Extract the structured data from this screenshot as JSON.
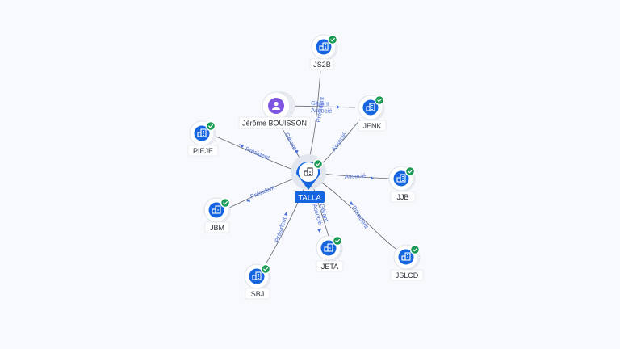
{
  "graph": {
    "center": {
      "label": "TALLA",
      "type": "company",
      "verified": true
    },
    "person": {
      "label": "Jérôme BOUISSON",
      "type": "person"
    },
    "companies": [
      {
        "id": "js2b",
        "label": "JS2B",
        "verified": true
      },
      {
        "id": "jenk",
        "label": "JENK",
        "verified": true
      },
      {
        "id": "pieje",
        "label": "PIEJE",
        "verified": true
      },
      {
        "id": "jjb",
        "label": "JJB",
        "verified": true
      },
      {
        "id": "jbm",
        "label": "JBM",
        "verified": true
      },
      {
        "id": "jeta",
        "label": "JETA",
        "verified": true
      },
      {
        "id": "jslcd",
        "label": "JSLCD",
        "verified": true
      },
      {
        "id": "sbj",
        "label": "SBJ",
        "verified": true
      }
    ],
    "edges": [
      {
        "from": "center",
        "to": "js2b",
        "label": "Président"
      },
      {
        "from": "person",
        "to": "jenk",
        "label": "Gérant"
      },
      {
        "from": "person",
        "to": "jenk",
        "label": "Associé"
      },
      {
        "from": "center",
        "to": "jenk",
        "label": "Associé"
      },
      {
        "from": "person",
        "to": "center",
        "label": "Gérant"
      },
      {
        "from": "center",
        "to": "pieje",
        "label": "Président"
      },
      {
        "from": "center",
        "to": "jjb",
        "label": "Associé"
      },
      {
        "from": "center",
        "to": "jbm",
        "label": "Président"
      },
      {
        "from": "center",
        "to": "sbj",
        "label": "Président"
      },
      {
        "from": "center",
        "to": "jeta",
        "label": "Gérant"
      },
      {
        "from": "center",
        "to": "jeta",
        "label": "Associé"
      },
      {
        "from": "center",
        "to": "jslcd",
        "label": "Président"
      }
    ],
    "icons": {
      "company": "building-icon",
      "person": "user-icon",
      "verified": "check-icon"
    },
    "colors": {
      "company": "#1565e0",
      "person": "#7f56e0",
      "verified": "#1a9b55",
      "edge_label": "#4e6fd8"
    }
  }
}
